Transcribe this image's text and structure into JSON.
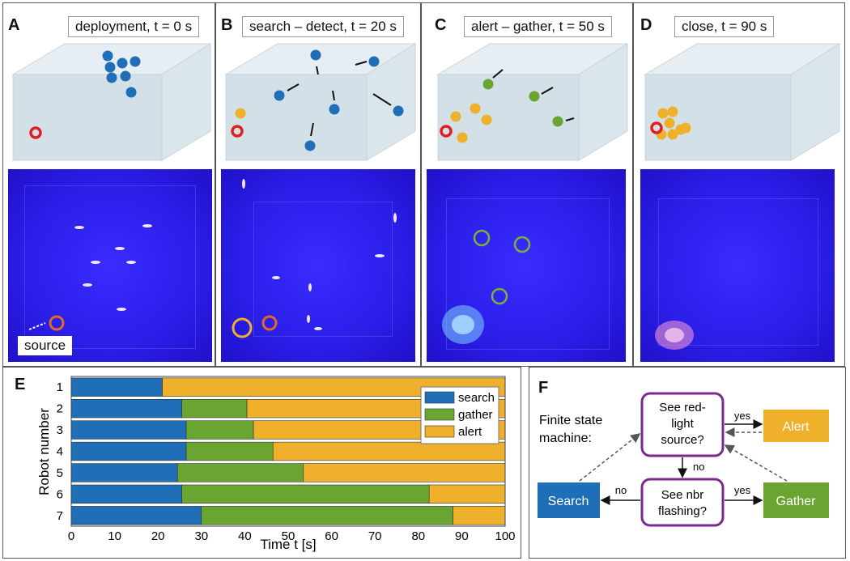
{
  "panels": [
    {
      "letter": "A",
      "caption": "deployment, t = 0 s"
    },
    {
      "letter": "B",
      "caption": "search – detect, t = 20 s"
    },
    {
      "letter": "C",
      "caption": "alert – gather, t = 50 s"
    },
    {
      "letter": "D",
      "caption": "close,  t = 90 s"
    }
  ],
  "photo_label": "source",
  "colors": {
    "search": "#1f6fb8",
    "gather": "#6aa531",
    "alert": "#efb12b",
    "source": "#e0201f",
    "fsm_border": "#7a2a8f"
  },
  "chart_letter": "E",
  "chart_data": {
    "type": "bar",
    "orientation": "horizontal-stacked",
    "categories": [
      "1",
      "2",
      "3",
      "4",
      "5",
      "6",
      "7"
    ],
    "series": [
      {
        "name": "search",
        "values": [
          21,
          25.5,
          26.5,
          26.5,
          24.5,
          25.5,
          30
        ]
      },
      {
        "name": "gather",
        "values": [
          0,
          15,
          15.5,
          20,
          29,
          57,
          58
        ]
      },
      {
        "name": "alert",
        "values": [
          79,
          59.5,
          58,
          53.5,
          46.5,
          17.5,
          12
        ]
      }
    ],
    "xlabel": "Time t [s]",
    "ylabel": "Robot number",
    "xlim": [
      0,
      100
    ],
    "xticks": [
      "0",
      "10",
      "20",
      "30",
      "40",
      "50",
      "60",
      "70",
      "80",
      "90",
      "100"
    ],
    "legend": "top-right"
  },
  "fsm": {
    "letter": "F",
    "title_line1": "Finite state",
    "title_line2": "machine:",
    "q1_line1": "See red-",
    "q1_line2": "light",
    "q1_line3": "source?",
    "q2_line1": "See nbr",
    "q2_line2": "flashing?",
    "alert": "Alert",
    "search": "Search",
    "gather": "Gather",
    "yes1": "yes",
    "yes2": "yes",
    "no1": "no",
    "no2": "no"
  }
}
